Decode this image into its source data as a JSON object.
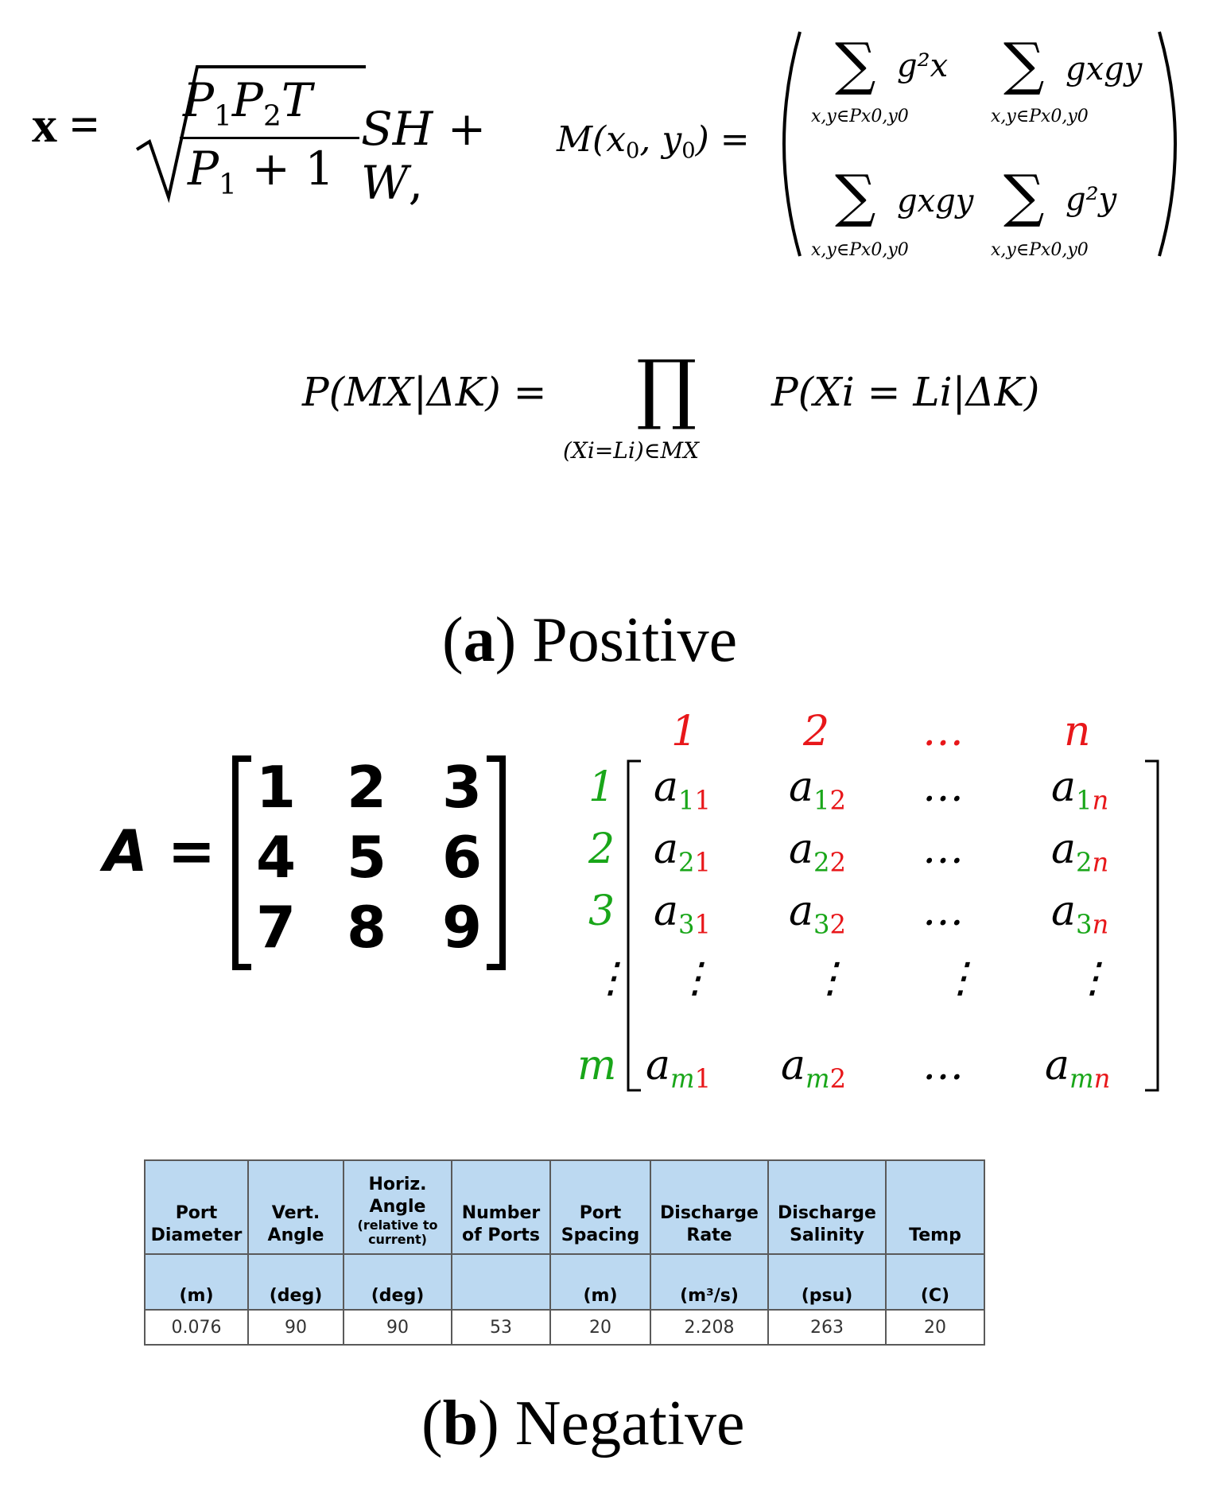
{
  "equation_1": {
    "lhs": "x",
    "num": "P1P2T",
    "den": "P1 + 1",
    "tail": "SH + W,"
  },
  "equation_2": {
    "lhs": "M(x0, y0) =",
    "limit": "x,y∈Px0,y0",
    "m11": "g²x",
    "m12": "gxgy",
    "m21": "gxgy",
    "m22": "g²y"
  },
  "equation_3": {
    "lhs": "P(MX|ΔK) =",
    "limit": "(Xi=Li)∈MX",
    "rhs": "P(Xi = Li|ΔK)"
  },
  "labels": {
    "a_letter": "a",
    "a_text": "Positive",
    "b_letter": "b",
    "b_text": "Negative"
  },
  "matrix_a": {
    "name": "A",
    "rows": [
      [
        "1",
        "2",
        "3"
      ],
      [
        "4",
        "5",
        "6"
      ],
      [
        "7",
        "8",
        "9"
      ]
    ]
  },
  "generic_matrix": {
    "col_headers": [
      "1",
      "2",
      "…",
      "n"
    ],
    "row_headers": [
      "1",
      "2",
      "3",
      "⋮",
      "m"
    ]
  },
  "table": {
    "headers": [
      "Port Diameter",
      "Vert. Angle",
      "Horiz. Angle",
      "Number of Ports",
      "Port Spacing",
      "Discharge Rate",
      "Discharge Salinity",
      "Temp"
    ],
    "horiz_note": "(relative to current)",
    "units": [
      "(m)",
      "(deg)",
      "(deg)",
      "",
      "(m)",
      "(m³/s)",
      "(psu)",
      "(C)"
    ],
    "values": [
      "0.076",
      "90",
      "90",
      "53",
      "20",
      "2.208",
      "263",
      "20"
    ]
  }
}
